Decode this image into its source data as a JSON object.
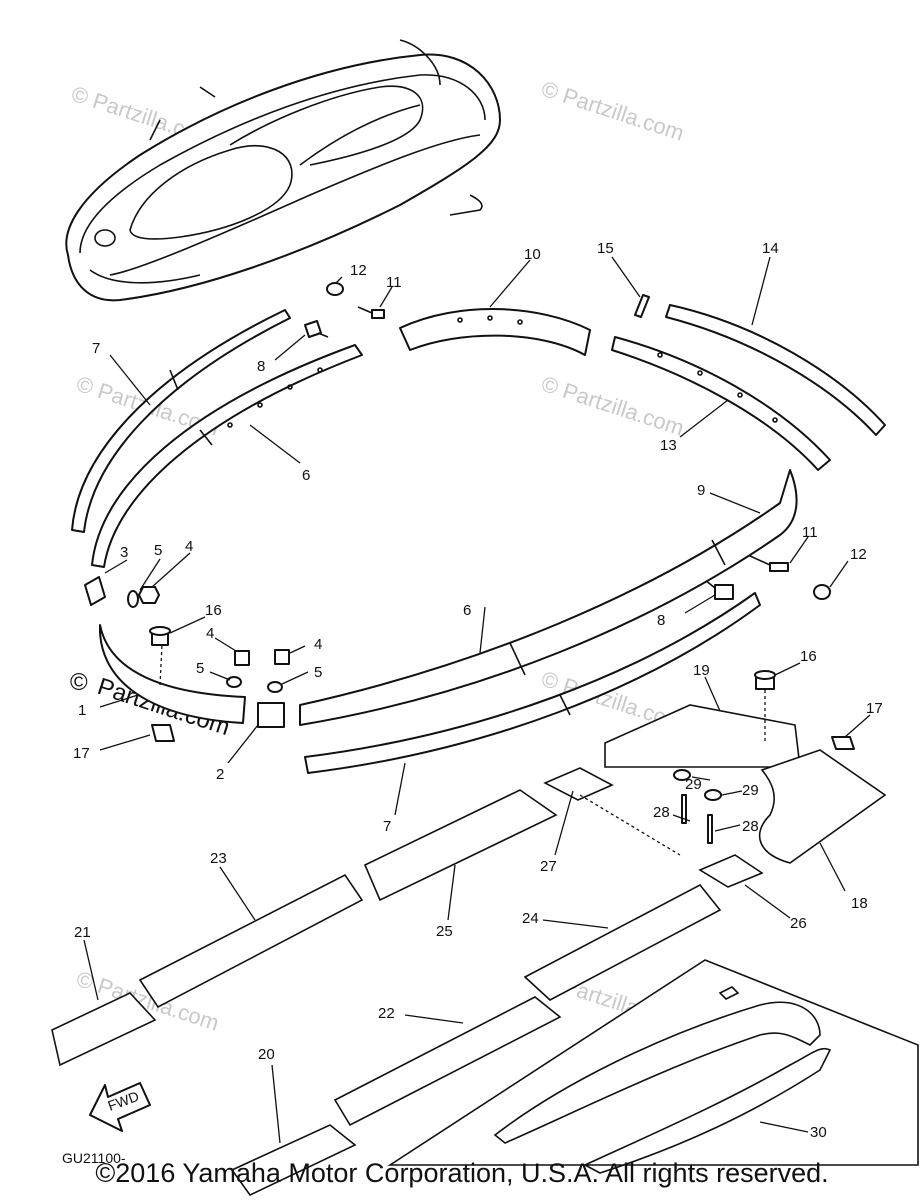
{
  "diagram": {
    "figure_code": "GU21100-",
    "fwd_label": "FWD",
    "watermark_small": "© Partzilla.com",
    "watermark_big_symbol": "©",
    "watermark_big_text": "Partzilla.com",
    "callouts": [
      {
        "id": "c1",
        "label": "1"
      },
      {
        "id": "c2",
        "label": "2"
      },
      {
        "id": "c3",
        "label": "3"
      },
      {
        "id": "c4a",
        "label": "4"
      },
      {
        "id": "c4b",
        "label": "4"
      },
      {
        "id": "c4c",
        "label": "4"
      },
      {
        "id": "c5a",
        "label": "5"
      },
      {
        "id": "c5b",
        "label": "5"
      },
      {
        "id": "c5c",
        "label": "5"
      },
      {
        "id": "c6a",
        "label": "6"
      },
      {
        "id": "c6b",
        "label": "6"
      },
      {
        "id": "c7a",
        "label": "7"
      },
      {
        "id": "c7b",
        "label": "7"
      },
      {
        "id": "c8a",
        "label": "8"
      },
      {
        "id": "c8b",
        "label": "8"
      },
      {
        "id": "c9",
        "label": "9"
      },
      {
        "id": "c10",
        "label": "10"
      },
      {
        "id": "c11a",
        "label": "11"
      },
      {
        "id": "c11b",
        "label": "11"
      },
      {
        "id": "c12a",
        "label": "12"
      },
      {
        "id": "c12b",
        "label": "12"
      },
      {
        "id": "c13",
        "label": "13"
      },
      {
        "id": "c14",
        "label": "14"
      },
      {
        "id": "c15",
        "label": "15"
      },
      {
        "id": "c16a",
        "label": "16"
      },
      {
        "id": "c16b",
        "label": "16"
      },
      {
        "id": "c17a",
        "label": "17"
      },
      {
        "id": "c17b",
        "label": "17"
      },
      {
        "id": "c18",
        "label": "18"
      },
      {
        "id": "c19",
        "label": "19"
      },
      {
        "id": "c20",
        "label": "20"
      },
      {
        "id": "c21",
        "label": "21"
      },
      {
        "id": "c22",
        "label": "22"
      },
      {
        "id": "c23",
        "label": "23"
      },
      {
        "id": "c24",
        "label": "24"
      },
      {
        "id": "c25",
        "label": "25"
      },
      {
        "id": "c26",
        "label": "26"
      },
      {
        "id": "c27",
        "label": "27"
      },
      {
        "id": "c28a",
        "label": "28"
      },
      {
        "id": "c28b",
        "label": "28"
      },
      {
        "id": "c29a",
        "label": "29"
      },
      {
        "id": "c29b",
        "label": "29"
      },
      {
        "id": "c30",
        "label": "30"
      }
    ]
  },
  "footer": {
    "copyright": "©2016  Yamaha Motor Corporation, U.S.A. All rights reserved."
  }
}
